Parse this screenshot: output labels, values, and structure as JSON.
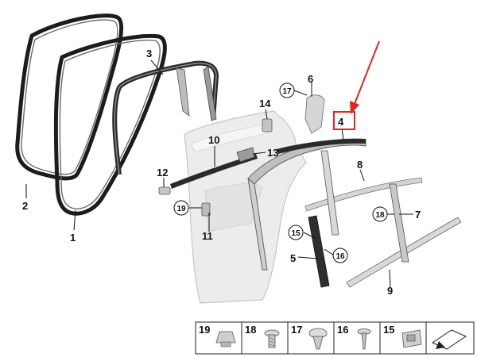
{
  "parts": [
    {
      "id": "p1",
      "label": "1"
    },
    {
      "id": "p2",
      "label": "2"
    },
    {
      "id": "p3",
      "label": "3"
    },
    {
      "id": "p4",
      "label": "4"
    },
    {
      "id": "p5",
      "label": "5"
    },
    {
      "id": "p6",
      "label": "6"
    },
    {
      "id": "p7",
      "label": "7"
    },
    {
      "id": "p8",
      "label": "8"
    },
    {
      "id": "p9",
      "label": "9"
    },
    {
      "id": "p10",
      "label": "10"
    },
    {
      "id": "p11",
      "label": "11"
    },
    {
      "id": "p12",
      "label": "12"
    },
    {
      "id": "p13",
      "label": "13"
    },
    {
      "id": "p14",
      "label": "14"
    },
    {
      "id": "p15",
      "label": "15"
    },
    {
      "id": "p16",
      "label": "16"
    },
    {
      "id": "p17",
      "label": "17"
    },
    {
      "id": "p18",
      "label": "18"
    },
    {
      "id": "p19",
      "label": "19"
    }
  ],
  "legend": [
    {
      "label": "19",
      "icon": "push-nut-icon"
    },
    {
      "label": "18",
      "icon": "collar-screw-icon"
    },
    {
      "label": "17",
      "icon": "expanding-rivet-icon"
    },
    {
      "label": "16",
      "icon": "self-tapping-screw-icon"
    },
    {
      "label": "15",
      "icon": "clip-nut-icon"
    }
  ],
  "highlight": {
    "target": "4",
    "color": "#e8231f"
  },
  "colors": {
    "seal": "#1c1c1c",
    "door": "#e6e6e6",
    "trim": "#d0d0d0"
  }
}
